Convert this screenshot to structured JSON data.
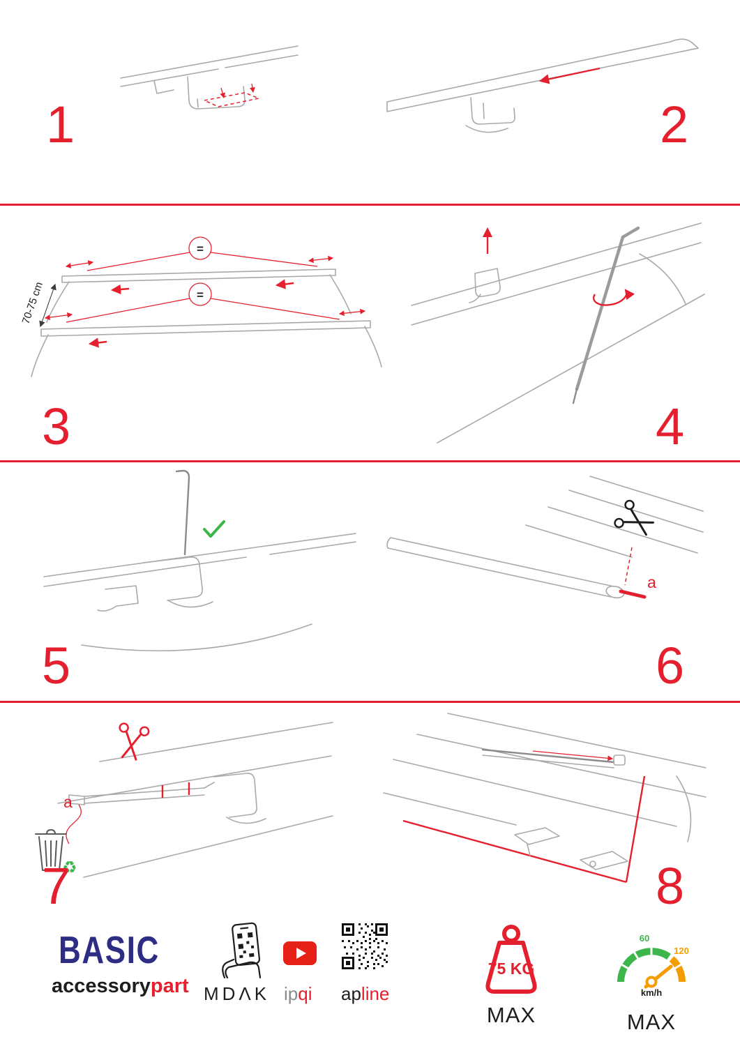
{
  "colors": {
    "accent_red": "#e5202e",
    "brand_blue": "#2d2e83",
    "ok_green": "#3cb54a",
    "gauge_orange": "#f59c00",
    "youtube_red": "#e62117",
    "sketch_gray": "#a9a9a9"
  },
  "steps": [
    {
      "number": "1"
    },
    {
      "number": "2"
    },
    {
      "number": "3",
      "measurement": "70-75 cm",
      "equal_top": "=",
      "equal_bottom": "="
    },
    {
      "number": "4"
    },
    {
      "number": "5"
    },
    {
      "number": "6",
      "cut_label": "a"
    },
    {
      "number": "7",
      "cut_label": "a",
      "recycle_glyph": "♻"
    },
    {
      "number": "8"
    }
  ],
  "footer": {
    "brand_title": "BASIC",
    "brand_sub": {
      "black": "accessory",
      "red": "part"
    },
    "app_name": "MDΛK",
    "channel": {
      "black": "ip",
      "red": "qi"
    },
    "site": {
      "black": "ap",
      "red": "line"
    },
    "weight": {
      "value": "75 KG",
      "max_label": "MAX"
    },
    "speed": {
      "low": "60",
      "high": "120",
      "unit": "km/h",
      "max_label": "MAX"
    }
  }
}
